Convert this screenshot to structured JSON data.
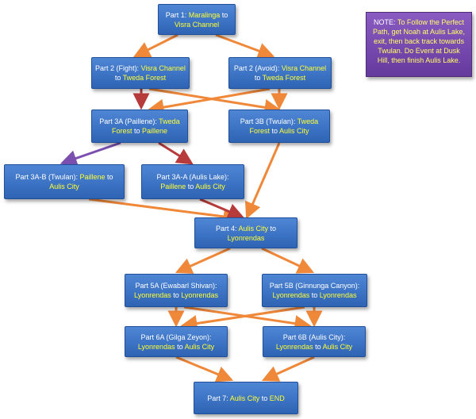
{
  "nodes": {
    "p1": {
      "label": "Part 1: ",
      "from": "Maralinga",
      "to_word": " to ",
      "to": "Visra Channel"
    },
    "p2f": {
      "label": "Part 2 (Fight): ",
      "from": "Visra Channel",
      "to_word": " to ",
      "to": "Tweda Forest"
    },
    "p2a": {
      "label": "Part 2 (Avoid): ",
      "from": "Visra Channel",
      "to_word": " to ",
      "to": "Tweda Forest"
    },
    "p3a": {
      "label": "Part 3A (Paillene): ",
      "from": "Tweda Forest",
      "to_word": " to ",
      "to": "Paillene"
    },
    "p3b": {
      "label": "Part 3B (Twulan): ",
      "from": "Tweda Forest",
      "to_word": " to ",
      "to": "Aulis City"
    },
    "p3ab": {
      "label": "Part 3A-B (Twulan): ",
      "from": "Paillene",
      "to_word": " to ",
      "to": "Aulis City"
    },
    "p3aa": {
      "label": "Part 3A-A (Aulis Lake): ",
      "from": "Paillene",
      "to_word": " to ",
      "to": "Aulis City"
    },
    "p4": {
      "label": "Part 4: ",
      "from": "Aulis City",
      "to_word": " to ",
      "to": "Lyonrendas"
    },
    "p5a": {
      "label": "Part 5A (Ewabarl Shivan): ",
      "from": "Lyonrendas",
      "to_word": " to ",
      "to": "Lyonrendas"
    },
    "p5b": {
      "label": "Part 5B (Ginnunga Canyon): ",
      "from": "Lyonrendas",
      "to_word": " to ",
      "to": "Lyonrendas"
    },
    "p6a": {
      "label": "Part 6A (Gilga Zeyon): ",
      "from": "Lyonrendas",
      "to_word": " to ",
      "to": "Aulis City"
    },
    "p6b": {
      "label": "Part 6B (Aulis City): ",
      "from": "Lyonrendas",
      "to_word": " to ",
      "to": "Aulis City"
    },
    "p7": {
      "label": "Part 7: ",
      "from": "Aulis City",
      "to_word": " to ",
      "to": "END"
    }
  },
  "note": {
    "label": "NOTE: ",
    "text": "To Follow the Perfect Path, get Noah at Aulis Lake, exit, then back track towards Twulan. Do Event at Dusk Hill, then finish Aulis Lake."
  },
  "colors": {
    "node_fill": "#3d73c4",
    "highlight_text": "#ffff33",
    "arrow_orange": "#f0883a",
    "arrow_red": "#b83b3b",
    "arrow_purple": "#7b4fb0",
    "note_fill": "#7447ad"
  }
}
